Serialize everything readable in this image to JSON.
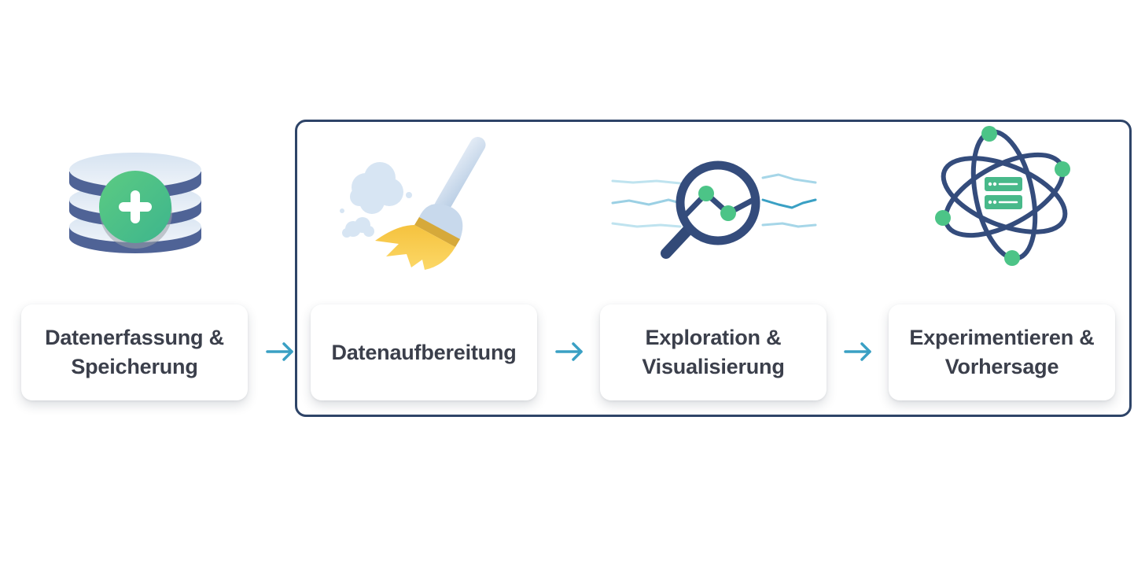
{
  "diagram": {
    "type": "process-flow",
    "colors": {
      "frame": "#2e4468",
      "arrow": "#3aa0c4",
      "text": "#3b3f4b",
      "accent_green": "#4cc487",
      "broom_yellow": "#f7c948",
      "navy": "#3b5080"
    },
    "steps": [
      {
        "label": "Datenerfassung &\nSpeicherung",
        "icon": "database-add-icon"
      },
      {
        "label": "Datenaufbereitung",
        "icon": "broom-icon"
      },
      {
        "label": "Exploration &\nVisualisierung",
        "icon": "magnifier-chart-icon"
      },
      {
        "label": "Experimentieren &\nVorhersage",
        "icon": "atom-server-icon"
      }
    ],
    "arrows": [
      "arrow-right-icon",
      "arrow-right-icon",
      "arrow-right-icon"
    ],
    "grouped_steps": [
      2,
      3,
      4
    ]
  }
}
